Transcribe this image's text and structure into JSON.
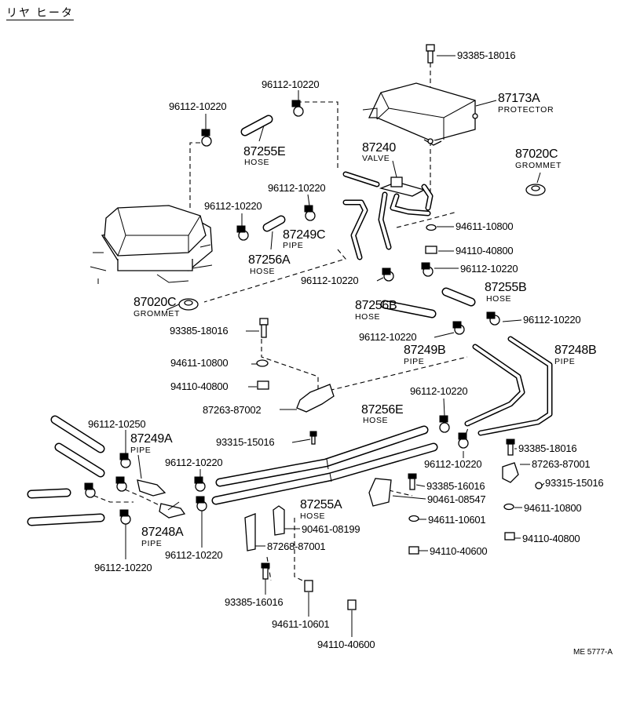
{
  "title": "リヤ ヒータ",
  "code": "ME 5777-A",
  "labels": {
    "b93385_18016_top": "93385-18016",
    "p87173A": "87173A",
    "protector": "PROTECTOR",
    "c96112_10220_a": "96112-10220",
    "c96112_10220_b": "96112-10220",
    "p87255E": "87255E",
    "hose_e": "HOSE",
    "p87240": "87240",
    "valve": "VALVE",
    "p87020C_r": "87020C",
    "grommet_r": "GROMMET",
    "c96112_10220_c": "96112-10220",
    "c96112_10220_d": "96112-10220",
    "p87249C": "87249C",
    "pipe_c": "PIPE",
    "p87256A": "87256A",
    "hose_a": "HOSE",
    "w94611_10800_a": "94611-10800",
    "n94110_40800_a": "94110-40800",
    "c96112_10220_e": "96112-10220",
    "c96112_10220_f": "96112-10220",
    "p87020C_l": "87020C",
    "grommet_l": "GROMMET",
    "p87256B": "87256B",
    "hose_b": "HOSE",
    "p87255B": "87255B",
    "hose_b2": "HOSE",
    "c96112_10220_g": "96112-10220",
    "b93385_18016_mid": "93385-18016",
    "c96112_10220_h": "96112-10220",
    "p87249B": "87249B",
    "pipe_b": "PIPE",
    "p87248B": "87248B",
    "pipe_b2": "PIPE",
    "w94611_10800_b": "94611-10800",
    "n94110_40800_b": "94110-40800",
    "p87263_87002": "87263-87002",
    "c96112_10220_i": "96112-10220",
    "c96112_10250": "96112-10250",
    "p87249A": "87249A",
    "pipe_a": "PIPE",
    "p87256E": "87256E",
    "hose_e2": "HOSE",
    "b93315_15016_a": "93315-15016",
    "b93385_18016_r": "93385-18016",
    "c96112_10220_j": "96112-10220",
    "p87263_87001": "87263-87001",
    "c96112_10220_k": "96112-10220",
    "b93315_15016_b": "93315-15016",
    "b93385_16016_a": "93385-16016",
    "c90461_08547": "90461-08547",
    "p87255A": "87255A",
    "hose_a2": "HOSE",
    "w94611_10800_c": "94611-10800",
    "w94611_10601_a": "94611-10601",
    "c90461_08199": "90461-08199",
    "n94110_40800_c": "94110-40800",
    "p87248A": "87248A",
    "pipe_a2": "PIPE",
    "p87268_87001": "87268-87001",
    "n94110_40600_a": "94110-40600",
    "c96112_10220_l": "96112-10220",
    "c96112_10220_m": "96112-10220",
    "b93385_16016_b": "93385-16016",
    "w94611_10601_b": "94611-10601",
    "n94110_40600_b": "94110-40600"
  }
}
